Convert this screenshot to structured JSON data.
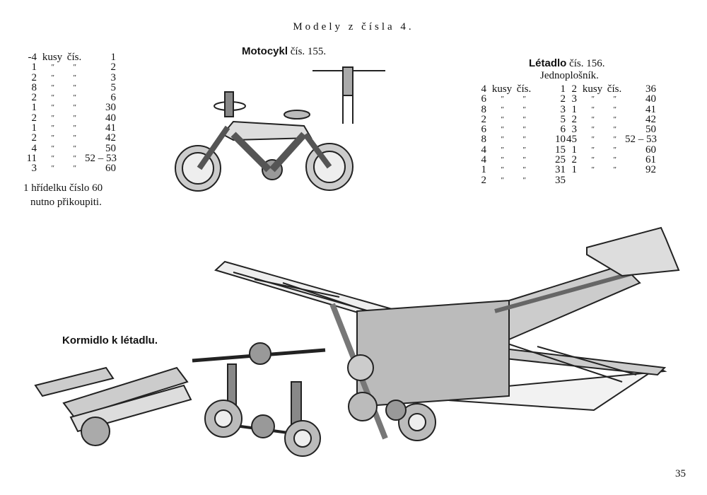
{
  "page_title": "Modely z čísla 4.",
  "page_number": "35",
  "ditto": "″",
  "motocykl": {
    "name": "Motocykl",
    "suffix": "čís. 155.",
    "parts": [
      [
        "-4",
        "kusy",
        "čís.",
        "1"
      ],
      [
        "1",
        "″",
        "″",
        "2"
      ],
      [
        "2",
        "″",
        "″",
        "3"
      ],
      [
        "8",
        "″",
        "″",
        "5"
      ],
      [
        "2",
        "″",
        "″",
        "6"
      ],
      [
        "1",
        "″",
        "″",
        "30"
      ],
      [
        "2",
        "″",
        "″",
        "40"
      ],
      [
        "1",
        "″",
        "″",
        "41"
      ],
      [
        "2",
        "″",
        "″",
        "42"
      ],
      [
        "4",
        "″",
        "″",
        "50"
      ],
      [
        "11",
        "″",
        "″",
        "52 – 53"
      ],
      [
        "3",
        "″",
        "″",
        "60"
      ]
    ],
    "note_line1": "1 hřídelku číslo 60",
    "note_line2": "nutno přikoupiti."
  },
  "letadlo": {
    "name": "Létadlo",
    "suffix": "čís. 156.",
    "subtitle": "Jednoplošník.",
    "parts_left": [
      [
        "4",
        "kusy",
        "čís.",
        "1"
      ],
      [
        "6",
        "″",
        "″",
        "2"
      ],
      [
        "8",
        "″",
        "″",
        "3"
      ],
      [
        "2",
        "″",
        "″",
        "5"
      ],
      [
        "6",
        "″",
        "″",
        "6"
      ],
      [
        "8",
        "″",
        "″",
        "10"
      ],
      [
        "4",
        "″",
        "″",
        "15"
      ],
      [
        "4",
        "″",
        "″",
        "25"
      ],
      [
        "1",
        "″",
        "″",
        "31"
      ],
      [
        "2",
        "″",
        "″",
        "35"
      ]
    ],
    "parts_right": [
      [
        "2",
        "kusy",
        "čís.",
        "36"
      ],
      [
        "3",
        "″",
        "″",
        "40"
      ],
      [
        "1",
        "″",
        "″",
        "41"
      ],
      [
        "2",
        "″",
        "″",
        "42"
      ],
      [
        "3",
        "″",
        "″",
        "50"
      ],
      [
        "45",
        "″",
        "″",
        "52 – 53"
      ],
      [
        "1",
        "″",
        "″",
        "60"
      ],
      [
        "2",
        "″",
        "″",
        "61"
      ],
      [
        "1",
        "″",
        "″",
        "92"
      ]
    ]
  },
  "kormidlo": {
    "title": "Kormidlo k létadlu."
  }
}
